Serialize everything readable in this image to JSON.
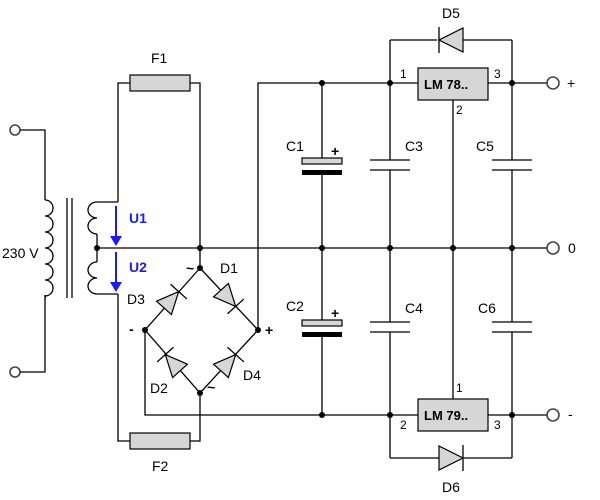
{
  "labels": {
    "mains": "230 V",
    "u1": "U1",
    "u2": "U2",
    "f1": "F1",
    "f2": "F2",
    "d1": "D1",
    "d2": "D2",
    "d3": "D3",
    "d4": "D4",
    "d5": "D5",
    "d6": "D6",
    "c1": "C1",
    "c2": "C2",
    "c3": "C3",
    "c4": "C4",
    "c5": "C5",
    "c6": "C6",
    "reg_pos": "LM 78..",
    "reg_neg": "LM 79..",
    "out_pos": "+",
    "out_zero": "0",
    "out_neg": "-"
  },
  "pins": {
    "pos_in": "1",
    "pos_gnd": "2",
    "pos_out": "3",
    "neg_gnd": "1",
    "neg_in": "2",
    "neg_out": "3"
  },
  "bridge_marks": {
    "plus": "+",
    "minus": "-",
    "ac_top": "~",
    "ac_bottom": "~"
  },
  "cap_marks": {
    "c1_plus": "+",
    "c2_plus": "+"
  },
  "colors": {
    "arrow": "#1a1aff",
    "component_fill": "#d6d6d6"
  }
}
